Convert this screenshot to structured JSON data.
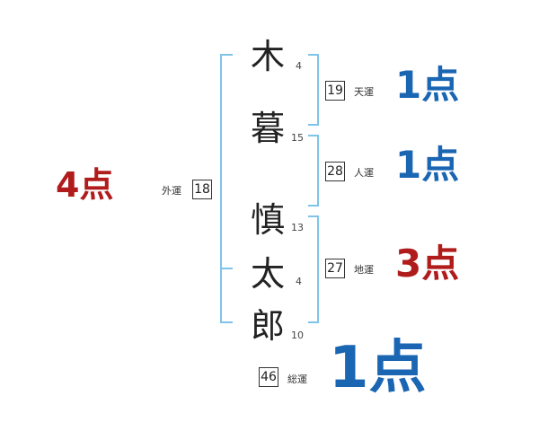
{
  "name": {
    "surname": [
      {
        "char": "木",
        "strokes": "4"
      },
      {
        "char": "暮",
        "strokes": "15"
      }
    ],
    "given": [
      {
        "char": "慎",
        "strokes": "13"
      },
      {
        "char": "太",
        "strokes": "4"
      },
      {
        "char": "郎",
        "strokes": "10"
      }
    ]
  },
  "fortunes": {
    "ten": {
      "value": "19",
      "label": "天運",
      "score": "1点"
    },
    "jin": {
      "value": "28",
      "label": "人運",
      "score": "1点"
    },
    "chi": {
      "value": "27",
      "label": "地運",
      "score": "3点"
    },
    "gai": {
      "value": "18",
      "label": "外運",
      "score": "4点"
    },
    "sou": {
      "value": "46",
      "label": "総運",
      "score": "1点"
    }
  },
  "colors": {
    "good": "#1a66b3",
    "bad": "#b01c1c",
    "bracket": "#7fc4e8"
  }
}
